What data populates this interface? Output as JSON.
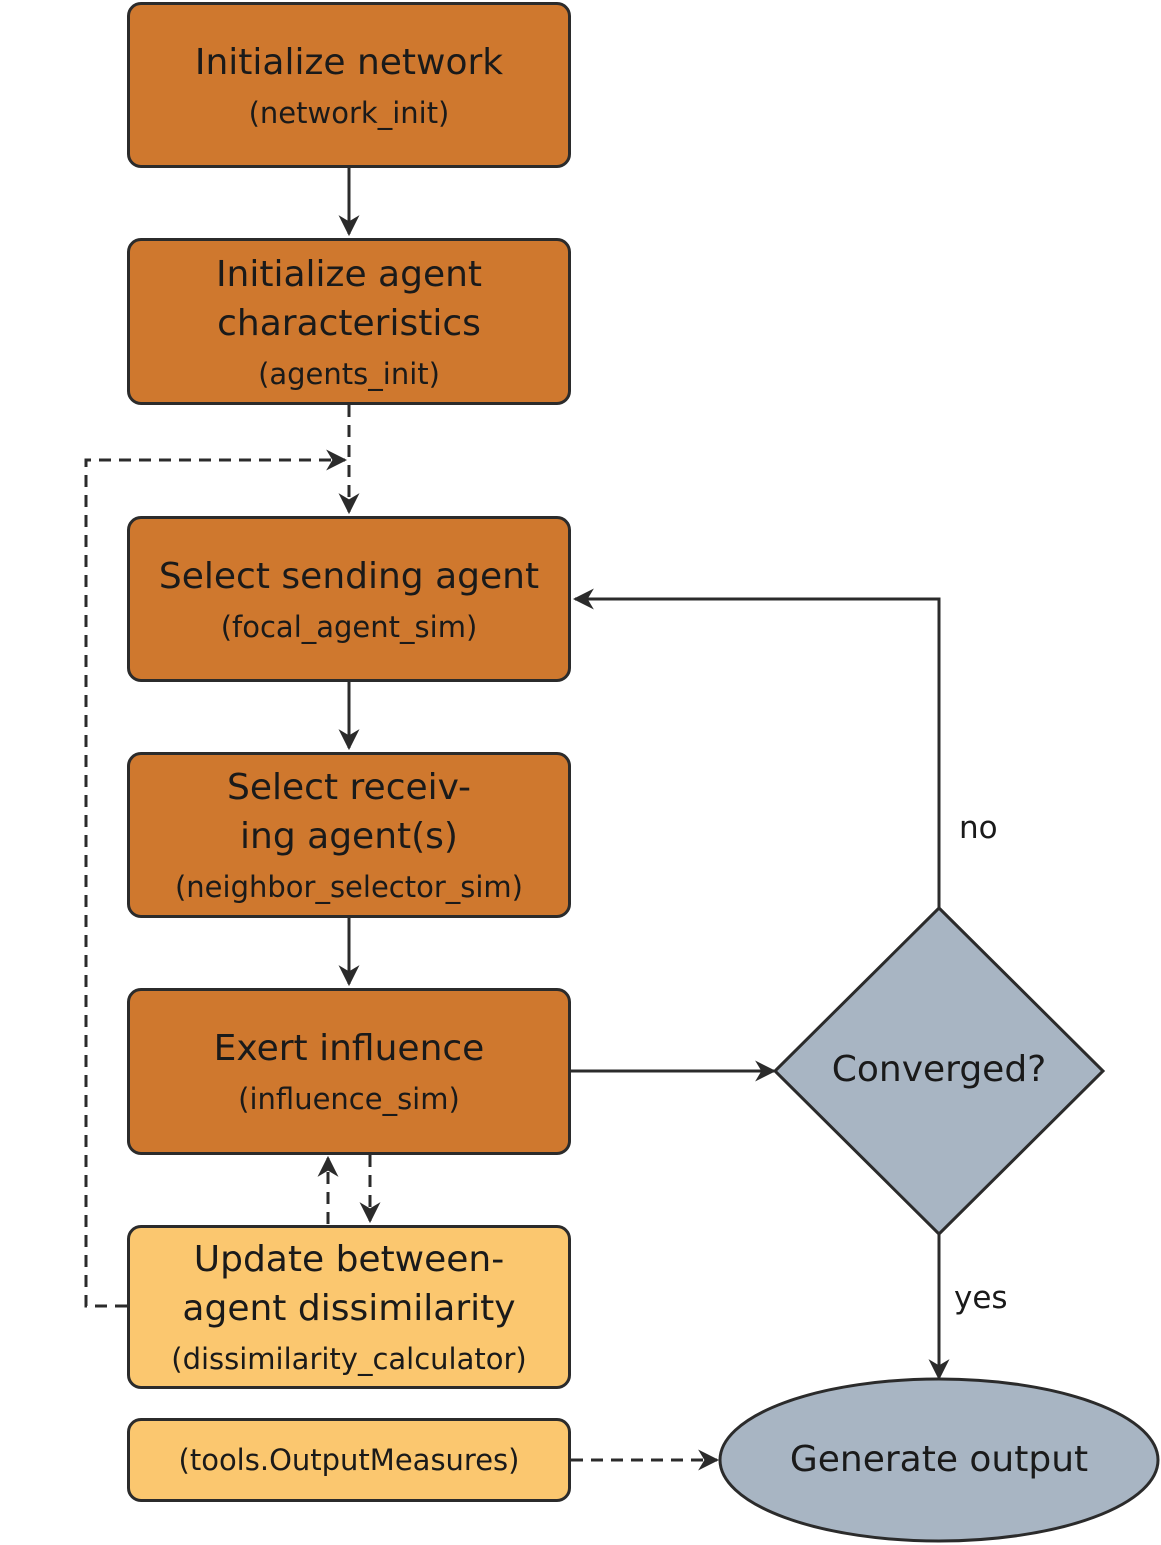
{
  "nodes": {
    "network_init": {
      "title": [
        "Initialize network"
      ],
      "code": "(network_init)"
    },
    "agents_init": {
      "title": [
        "Initialize agent",
        "characteristics"
      ],
      "code": "(agents_init)"
    },
    "focal_agent": {
      "title": [
        "Select sending agent"
      ],
      "code": "(focal_agent_sim)"
    },
    "neighbor_selector": {
      "title": [
        "Select receiv-",
        "ing agent(s)"
      ],
      "code": "(neighbor_selector_sim)"
    },
    "influence": {
      "title": [
        "Exert influence"
      ],
      "code": "(influence_sim)"
    },
    "dissimilarity": {
      "title": [
        "Update between-",
        "agent dissimilarity"
      ],
      "code": "(dissimilarity_calculator)"
    },
    "output_measures": {
      "code": "(tools.OutputMeasures)"
    },
    "converged": {
      "label": "Converged?"
    },
    "generate_output": {
      "label": "Generate output"
    }
  },
  "edge_labels": {
    "no": "no",
    "yes": "yes"
  },
  "colors": {
    "process_fill": "#cf782e",
    "helper_fill": "#fbc76f",
    "terminal_fill": "#a8b5c3",
    "stroke": "#2b2b2b"
  }
}
